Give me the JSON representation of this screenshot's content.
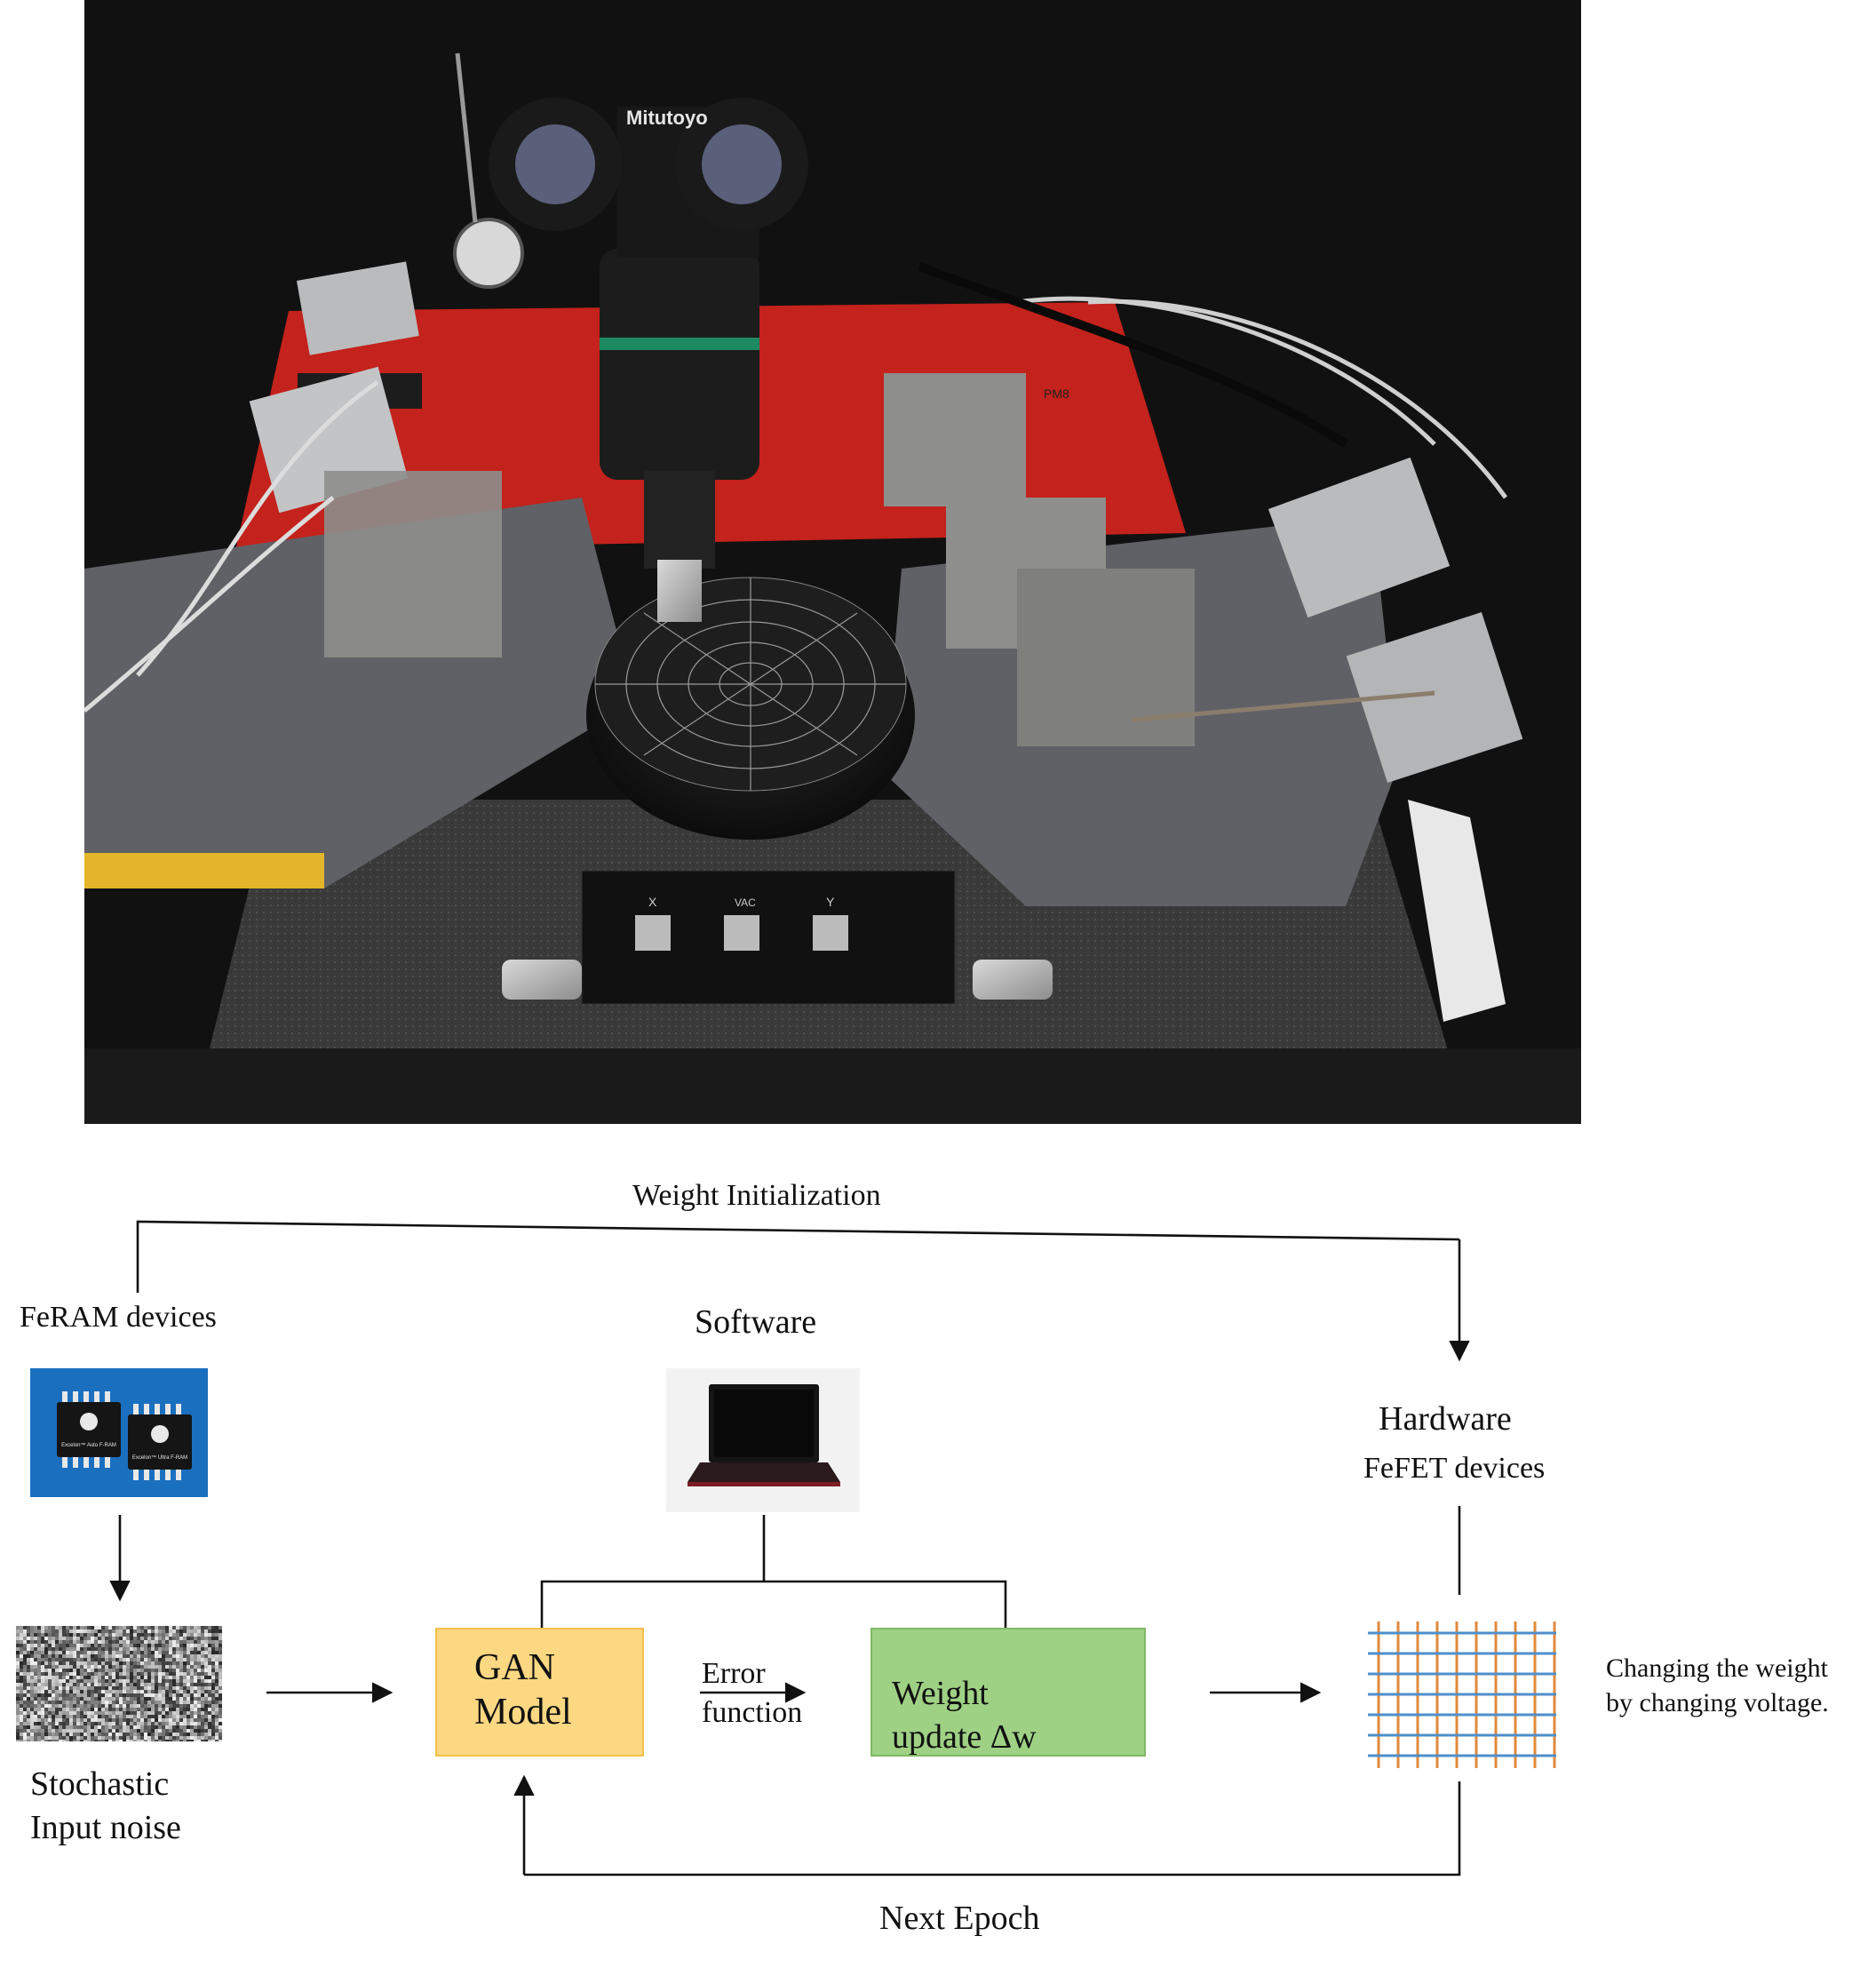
{
  "photo": {
    "caption_texts": [
      "Mitutoyo",
      "PM8",
      "X",
      "VAC",
      "Y"
    ],
    "colors": {
      "enclosure": "#0d0d0d",
      "chuck_body": "#c4221c",
      "platen": "#5f6166",
      "granite": "#3a3a3a"
    }
  },
  "diagram": {
    "weight_init": "Weight Initialization",
    "feram_label": "FeRAM devices",
    "chip_text": [
      "Excelon™ Auto F-RAM",
      "Excelon™ Ultra F-RAM"
    ],
    "software_label": "Software",
    "hardware_label": "Hardware",
    "fefet_label": "FeFET devices",
    "noise_label": [
      "Stochastic",
      "Input noise"
    ],
    "gan_label": [
      "GAN",
      "Model"
    ],
    "error_label": [
      "Error",
      "function"
    ],
    "weight_update_label": [
      "Weight",
      "update Δw"
    ],
    "changing_label": [
      "Changing the weight",
      "by changing voltage."
    ],
    "next_epoch": "Next Epoch",
    "colors": {
      "gan_fill": "#fdd882",
      "gan_border": "#f3c14e",
      "wu_fill": "#9fd185",
      "wu_border": "#7fb964",
      "grid_blue": "#4f8fcc",
      "grid_orange": "#e08a3c",
      "chip_bg": "#1b6fbf",
      "line": "#111111"
    }
  }
}
